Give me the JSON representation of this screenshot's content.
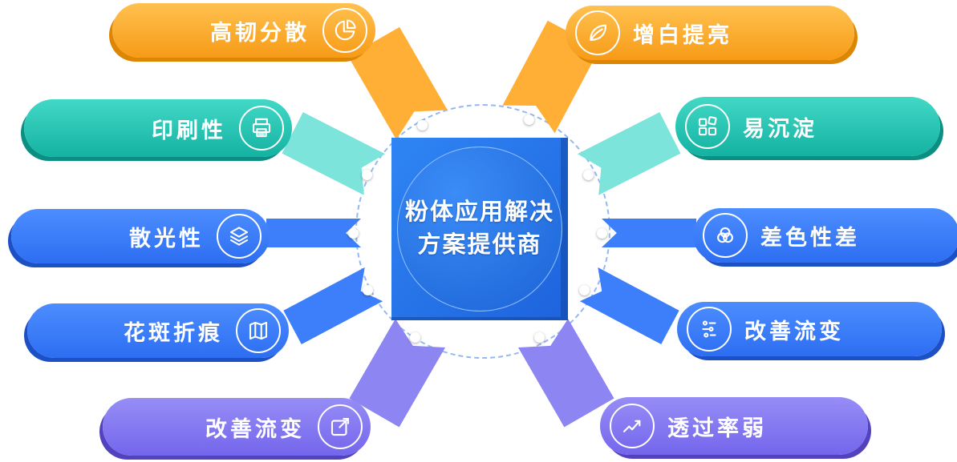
{
  "center": {
    "line1": "粉体应用解决",
    "line2": "方案提供商"
  },
  "pills": [
    {
      "id": "dispersion",
      "label": "高韧分散",
      "icon": "pie-chart-icon",
      "theme": "orange",
      "side": "left"
    },
    {
      "id": "printability",
      "label": "印刷性",
      "icon": "printer-icon",
      "theme": "teal",
      "side": "left"
    },
    {
      "id": "light-scattering",
      "label": "散光性",
      "icon": "layers-icon",
      "theme": "blue",
      "side": "left"
    },
    {
      "id": "mottling-crease",
      "label": "花斑折痕",
      "icon": "map-icon",
      "theme": "blue",
      "side": "left"
    },
    {
      "id": "rheology-left",
      "label": "改善流变",
      "icon": "edit-icon",
      "theme": "purple",
      "side": "left"
    },
    {
      "id": "whitening",
      "label": "增白提亮",
      "icon": "leaf-icon",
      "theme": "orange",
      "side": "right"
    },
    {
      "id": "sedimentation",
      "label": "易沉淀",
      "icon": "puzzle-icon",
      "theme": "teal",
      "side": "right"
    },
    {
      "id": "color-difference",
      "label": "差色性差",
      "icon": "color-circles-icon",
      "theme": "blue",
      "side": "right"
    },
    {
      "id": "rheology-right",
      "label": "改善流变",
      "icon": "tune-icon",
      "theme": "blue",
      "side": "right"
    },
    {
      "id": "transmittance",
      "label": "透过率弱",
      "icon": "trend-icon",
      "theme": "purple",
      "side": "right"
    }
  ],
  "themes": {
    "orange": {
      "from": "#FFC14F",
      "to": "#F79B17",
      "shadow": "#DD8604",
      "connector": "#FFAF35"
    },
    "teal": {
      "from": "#42D8C6",
      "to": "#14B2A2",
      "shadow": "#0B8F82",
      "connector": "#7CE4DB"
    },
    "blue": {
      "from": "#4C8DFF",
      "to": "#2D6EF2",
      "shadow": "#1C50C4",
      "connector": "#3D7FFA"
    },
    "purple": {
      "from": "#968DF6",
      "to": "#7466EC",
      "shadow": "#5342BE",
      "connector": "#8C85F2"
    }
  },
  "center_colors": {
    "square_from": "#2F85F4",
    "square_to": "#1E63DC",
    "circle_border": "#8FC0FF"
  }
}
